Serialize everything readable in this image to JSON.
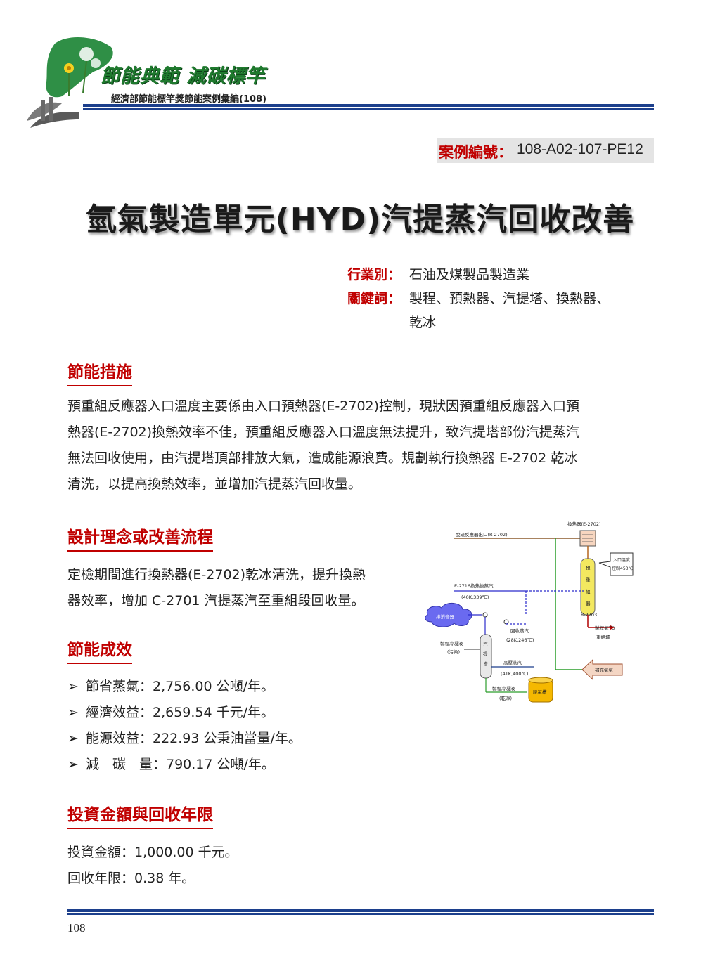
{
  "header": {
    "brand_title": "節能典範  減碳標竿",
    "brand_subtitle": "經濟部節能標竿獎節能案例彙編(108)"
  },
  "case": {
    "label": "案例編號：",
    "value": "108-A02-107-PE12"
  },
  "title": "氫氣製造單元(HYD)汽提蒸汽回收改善",
  "meta": {
    "industry_label": "行業別：",
    "industry_value": "石油及煤製品製造業",
    "keywords_label": "關鍵詞：",
    "keywords_line1": "製程、預熱器、汽提塔、換熱器、",
    "keywords_line2": "乾冰"
  },
  "sections": {
    "measures": {
      "heading": "節能措施",
      "lines": [
        "預重組反應器入口溫度主要係由入口預熱器(E-2702)控制，現狀因預重組反應器入口預",
        "熱器(E-2702)換熱效率不佳，預重組反應器入口溫度無法提升，致汽提塔部份汽提蒸汽",
        "無法回收使用，由汽提塔頂部排放大氣，造成能源浪費。規劃執行換熱器 E-2702 乾冰",
        "清洗，以提高換熱效率，並增加汽提蒸汽回收量。"
      ]
    },
    "design": {
      "heading": "設計理念或改善流程",
      "lines": [
        "定檢期間進行換熱器(E-2702)乾冰清洗，提升換熱",
        "器效率，增加 C-2701 汽提蒸汽至重組段回收量。"
      ]
    },
    "results": {
      "heading": "節能成效",
      "bullet_symbol": "➢",
      "items": [
        "節省蒸氣：2,756.00 公噸/年。",
        "經濟效益：2,659.54 千元/年。",
        "能源效益：222.93 公秉油當量/年。",
        "減　碳　量：790.17 公噸/年。"
      ]
    },
    "investment": {
      "heading": "投資金額與回收年限",
      "amount": "投資金額：1,000.00 千元。",
      "payback": "回收年限：0.38 年。"
    }
  },
  "diagram": {
    "exchanger": "換熱器(E-2702)",
    "reactor_outlet": "脫硫反應器出口(R-2702)",
    "inlet_temp_1": "入口溫度",
    "inlet_temp_2": "控制453℃",
    "steam_e2716": "E-2716換熱後蒸汽",
    "steam_e2716_cond": "(40K,339℃)",
    "vent": "排消音器",
    "recovered_steam": "回收蒸汽",
    "recovered_cond": "(28K,246℃)",
    "reactor_chars": [
      "預",
      "重",
      "組",
      "器"
    ],
    "reactor_id": "R-2703",
    "process_condensate_dirty_1": "製程冷凝液",
    "process_condensate_dirty_2": "(污染)",
    "stripper_chars": [
      "汽",
      "提",
      "塔"
    ],
    "hp_steam": "高壓蒸汽",
    "hp_steam_cond": "(41K,400℃)",
    "process_gas_1": "製程氣TO",
    "process_gas_2": "重組爐",
    "supplement_gas": "補充氣氣",
    "process_condensate_clean_1": "製程冷凝液",
    "process_condensate_clean_2": "(乾淨)",
    "deaerator": "脫氧槽"
  },
  "footer": {
    "page_number": "108"
  },
  "colors": {
    "accent_red": "#c00000",
    "rule_blue": "#1c3f8c",
    "brand_green": "#1f7a2e"
  }
}
